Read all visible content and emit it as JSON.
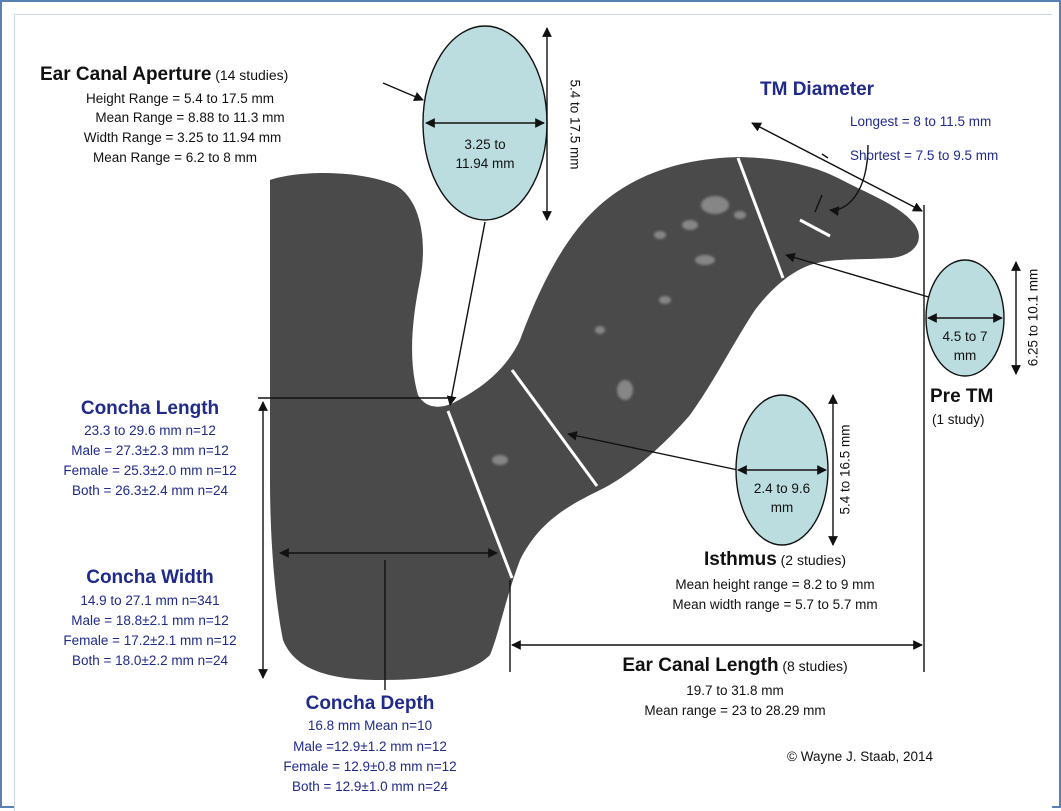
{
  "aperture": {
    "title": "Ear Canal Aperture",
    "studies": "(14 studies)",
    "lines": [
      "Height Range = 5.4 to 17.5 mm",
      "Mean Range = 8.88 to 11.3 mm",
      "Width Range = 3.25 to 11.94 mm",
      "Mean Range = 6.2 to 8 mm"
    ],
    "width_label_1": "3.25 to",
    "width_label_2": "11.94 mm",
    "height_label": "5.4 to 17.5 mm"
  },
  "tm": {
    "title": "TM Diameter",
    "longest": "Longest = 8 to 11.5 mm",
    "shortest": "Shortest = 7.5 to 9.5 mm"
  },
  "pretm": {
    "title": "Pre TM",
    "studies": "(1 study)",
    "width_label_1": "4.5 to 7",
    "width_label_2": "mm",
    "height_label": "6.25 to 10.1 mm"
  },
  "concha_length": {
    "title": "Concha Length",
    "lines": [
      "23.3 to 29.6  mm n=12",
      "Male = 27.3±2.3 mm n=12",
      "Female = 25.3±2.0 mm n=12",
      "Both =  26.3±2.4 mm n=24"
    ]
  },
  "concha_width": {
    "title": "Concha Width",
    "lines": [
      "14.9  to 27.1 mm n=341",
      "Male = 18.8±2.1 mm n=12",
      "Female = 17.2±2.1 mm n=12",
      "Both = 18.0±2.2 mm n=24"
    ]
  },
  "concha_depth": {
    "title": "Concha Depth",
    "lines": [
      "16.8 mm Mean n=10",
      "Male =12.9±1.2 mm n=12",
      "Female = 12.9±0.8 mm n=12",
      "Both = 12.9±1.0 mm n=24"
    ]
  },
  "isthmus": {
    "title": "Isthmus",
    "studies": "(2 studies)",
    "lines": [
      "Mean height range = 8.2 to 9 mm",
      "Mean width range = 5.7 to 5.7 mm"
    ],
    "width_label_1": "2.4 to 9.6",
    "width_label_2": "mm",
    "height_label": "5.4 to 16.5 mm"
  },
  "canal_length": {
    "title": "Ear Canal Length",
    "studies": "(8 studies)",
    "lines": [
      "19.7 to 31.8 mm",
      "Mean range = 23 to 28.29 mm"
    ]
  },
  "copyright": "© Wayne J. Staab, 2014",
  "colors": {
    "ellipse_fill": "#bcdde0",
    "heading_blue": "#1f2a8a",
    "cast_gray": "#4a4a4a",
    "frame": "#5a7fb5"
  }
}
